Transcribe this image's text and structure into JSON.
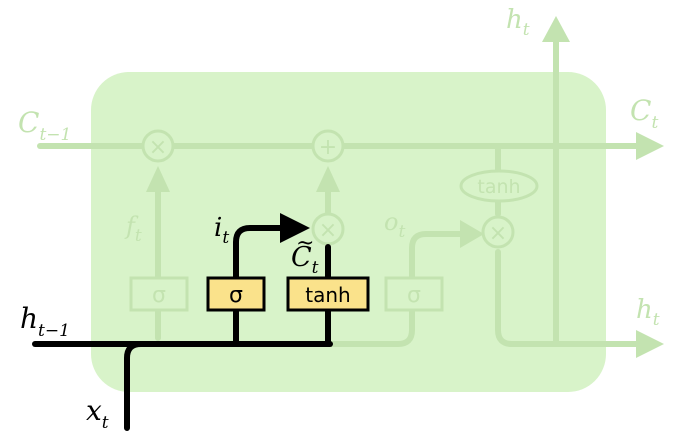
{
  "labels": {
    "c_prev": {
      "base": "C",
      "sub": "t−1"
    },
    "c_out": {
      "base": "C",
      "sub": "t"
    },
    "h_top": {
      "base": "h",
      "sub": "t"
    },
    "h_right": {
      "base": "h",
      "sub": "t"
    },
    "h_prev": {
      "base": "h",
      "sub": "t−1"
    },
    "x_in": {
      "base": "x",
      "sub": "t"
    },
    "f_gate": {
      "base": "f",
      "sub": "t"
    },
    "i_gate": {
      "base": "i",
      "sub": "t"
    },
    "o_gate": {
      "base": "o",
      "sub": "t"
    },
    "c_candidate": {
      "base": "C",
      "tilde": "~",
      "sub": "t"
    }
  },
  "operators": {
    "multiply_forget": "×",
    "add_cell": "+",
    "multiply_input": "×",
    "multiply_output": "×"
  },
  "gates": {
    "forget_sigma": "σ",
    "input_sigma": "σ",
    "candidate_tanh": "tanh",
    "output_sigma": "σ",
    "cell_tanh": "tanh"
  },
  "colors": {
    "cell_background": "#d8f3c9",
    "faded_stroke": "#c3e3b0",
    "highlight_stroke": "#000000",
    "active_gate_fill": "#fae28b"
  }
}
